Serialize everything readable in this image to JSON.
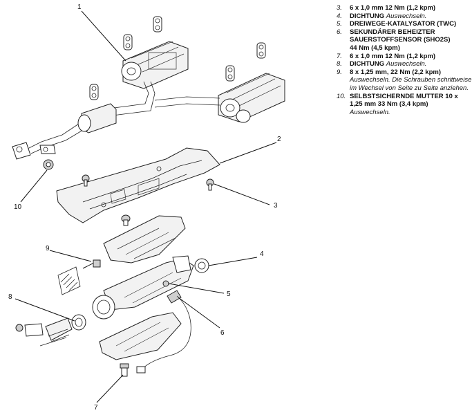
{
  "legend": {
    "items": [
      {
        "num": "3.",
        "bold1": "6 x 1,0 mm 12 Nm (1,2 kpm)",
        "italic": "",
        "bold2": ""
      },
      {
        "num": "4.",
        "bold1": "DICHTUNG",
        "italic": "Auswechseln.",
        "bold2": ""
      },
      {
        "num": "5.",
        "bold1": "DREIWEGE-KATALYSATOR (TWC)",
        "italic": "",
        "bold2": ""
      },
      {
        "num": "6.",
        "bold1": "SEKUNDÄRER BEHEIZTER SAUERSTOFFSENSOR (SHO2S)",
        "italic": "",
        "bold2": "44 Nm (4,5 kpm)"
      },
      {
        "num": "7.",
        "bold1": "6 x 1,0 mm 12 Nm (1,2 kpm)",
        "italic": "",
        "bold2": ""
      },
      {
        "num": "8.",
        "bold1": "DICHTUNG",
        "italic": "Auswechseln.",
        "bold2": ""
      },
      {
        "num": "9.",
        "bold1": "8 x 1,25 mm, 22 Nm (2,2 kpm)",
        "italic": "Auswechseln. Die Schrauben schrittweise im Wechsel von Seite zu Seite anziehen.",
        "bold2": ""
      },
      {
        "num": "10.",
        "bold1": "SELBSTSICHERNDE MUTTER 10 x 1,25 mm 33 Nm (3,4 kpm)",
        "italic": "Auswechseln.",
        "bold2": ""
      }
    ]
  },
  "callouts": {
    "c1": "1",
    "c2": "2",
    "c3": "3",
    "c4": "4",
    "c5": "5",
    "c6": "6",
    "c7": "7",
    "c8": "8",
    "c9": "9",
    "c10": "10"
  }
}
